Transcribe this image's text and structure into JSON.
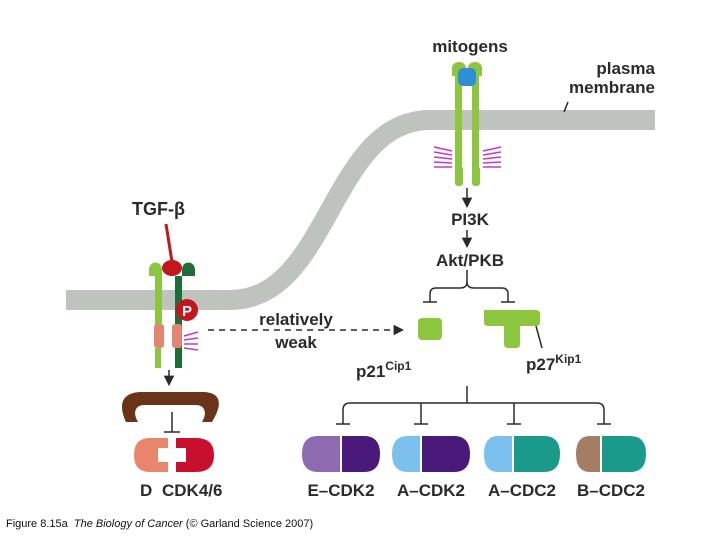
{
  "labels": {
    "mitogens": "mitogens",
    "plasma_line1": "plasma",
    "plasma_line2": "membrane",
    "tgf": "TGF-β",
    "phospho": "P",
    "weak_line1": "relatively",
    "weak_line2": "weak",
    "pi3k": "PI3K",
    "akt": "Akt/PKB",
    "p21": "p21",
    "p21_sup": "Cip1",
    "p27": "p27",
    "p27_sup": "Kip1",
    "d": "D",
    "cdk46": "CDK4/6",
    "ecdk2": "E–CDK2",
    "acdk2": "A–CDK2",
    "acdc2": "A–CDC2",
    "bcdc2": "B–CDC2"
  },
  "caption": {
    "prefix": "Figure 8.15a",
    "book": "The Biology of Cancer",
    "suffix": "(© Garland Science 2007)"
  },
  "colors": {
    "membrane": "#bfc3bd",
    "receptor_green": "#8cc63f",
    "receptor_dark": "#1f6e3a",
    "ligand_blue": "#2f8fd6",
    "tgf_red": "#c4161c",
    "kinase_salmon": "#e38671",
    "cdk46_red": "#c8102e",
    "cyclin_d_salmon": "#e8856b",
    "brown_inhibitor": "#6b3418",
    "cyclin_e": "#8e6bb0",
    "cdk2_purple": "#4a1a7a",
    "cyclin_a": "#7cc1ee",
    "cdc2_teal": "#1a9a8a",
    "cyclin_b": "#a47d65",
    "magenta_ticks": "#c23bbd"
  }
}
